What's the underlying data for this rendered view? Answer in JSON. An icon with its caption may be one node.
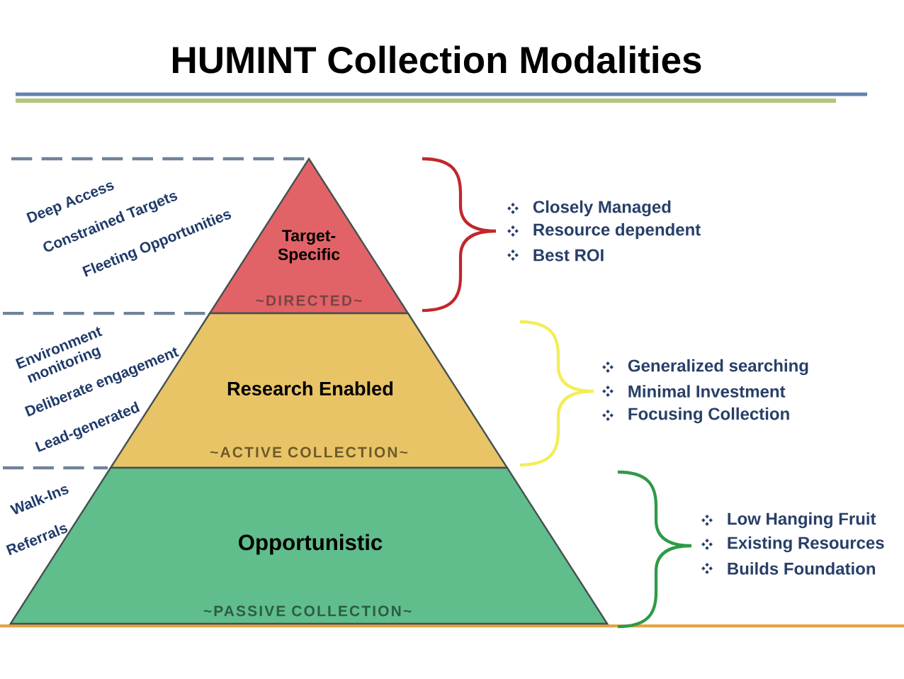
{
  "diagram": {
    "title": "HUMINT Collection Modalities",
    "nodes": [
      {
        "text": [
          "Target- Specific",
          "~DIRECTED~"
        ],
        "beside": [
          "Deep Access",
          "Constrained Targets",
          "Fleeting Opportunities",
          "Closely Managed",
          "Resource dependent",
          "Best ROI"
        ]
      },
      {
        "text": [
          "Research Enabled",
          "~ACTIVE COLLECTION~"
        ],
        "beside": [
          "Environment monitoring",
          "Deliberate engagement",
          "Lead-generated",
          "Generalized searching",
          "Minimal Investment",
          "Focusing Collection"
        ]
      },
      {
        "text": [
          "Opportunistic",
          "~PASSIVE COLLECTION~"
        ],
        "beside": [
          "Walk-Ins",
          "Referrals",
          "Low Hanging Fruit",
          "Existing Resources",
          "Builds Foundation"
        ]
      }
    ]
  }
}
